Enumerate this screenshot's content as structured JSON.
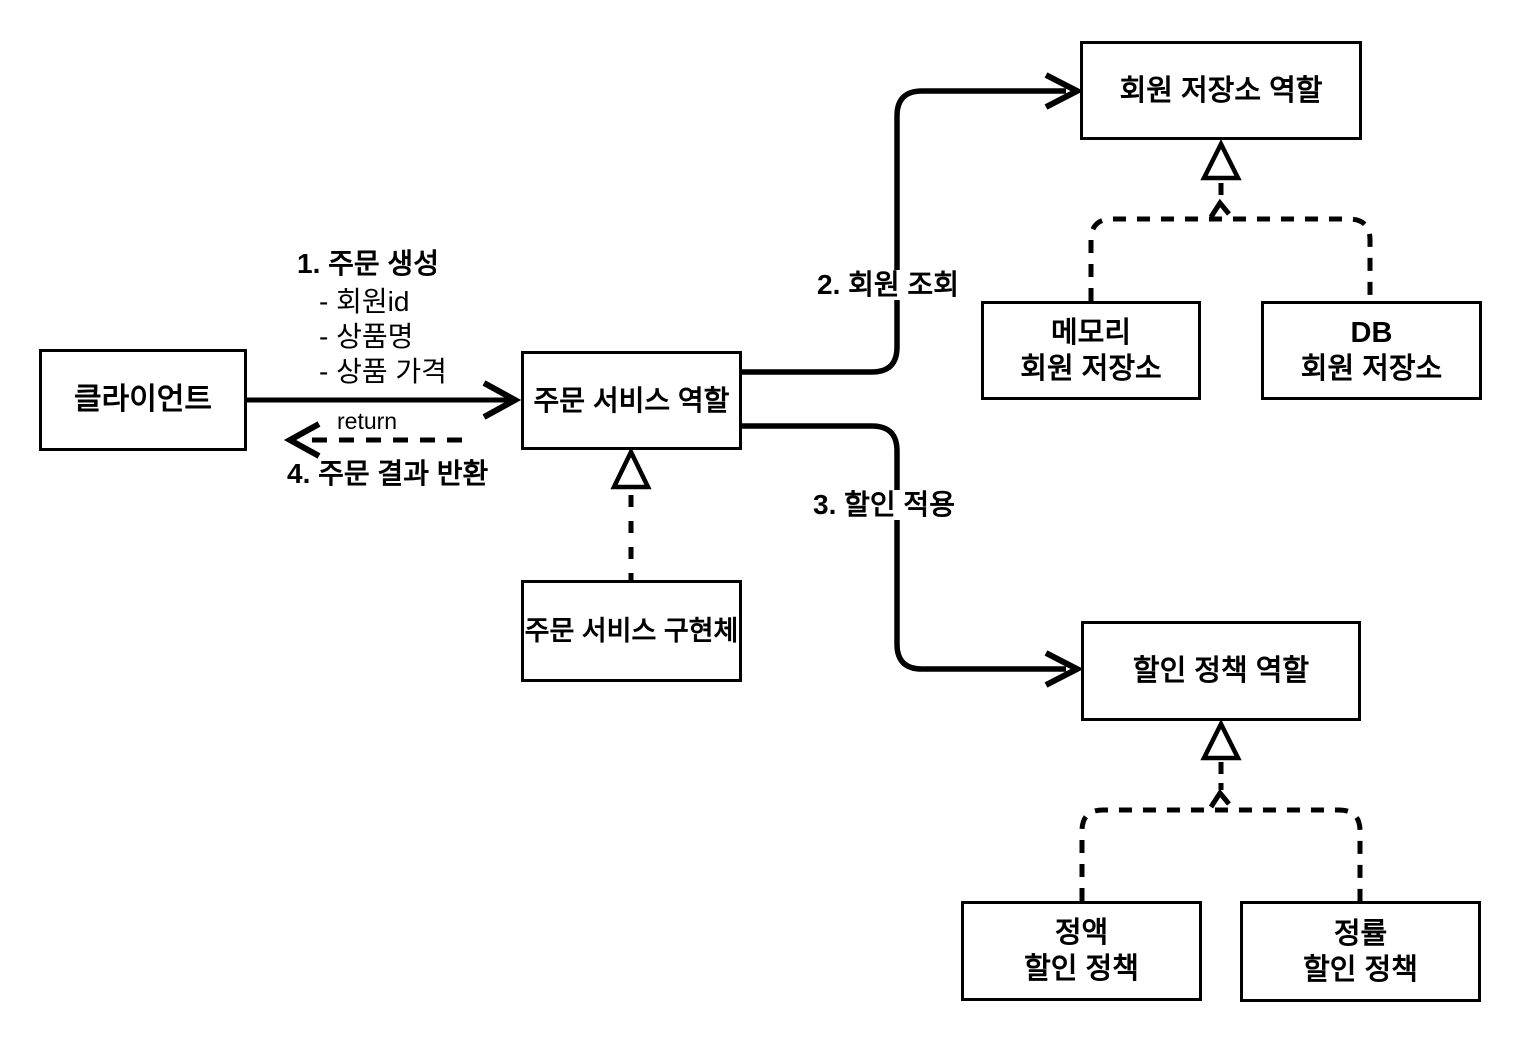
{
  "diagram": {
    "colors": {
      "line": "#000000",
      "background": "#ffffff",
      "box_border": "#000000",
      "text": "#000000"
    },
    "nodes": {
      "client": {
        "label": "클라이언트"
      },
      "order_service_role": {
        "label": "주문 서비스 역할"
      },
      "order_service_impl": {
        "label": "주문 서비스 구현체"
      },
      "member_repo_role": {
        "label": "회원 저장소 역할"
      },
      "memory_member_repo": {
        "line1": "메모리",
        "line2": "회원 저장소"
      },
      "db_member_repo": {
        "line1": "DB",
        "line2": "회원 저장소"
      },
      "discount_policy_role": {
        "label": "할인 정책 역할"
      },
      "fixed_discount_policy": {
        "line1": "정액",
        "line2": "할인 정책"
      },
      "rate_discount_policy": {
        "line1": "정률",
        "line2": "할인 정책"
      }
    },
    "labels": {
      "step1_title": "1. 주문 생성",
      "step1_items": [
        "- 회원id",
        "- 상품명",
        "- 상품 가격"
      ],
      "step2": "2. 회원 조회",
      "step3": "3. 할인 적용",
      "step4": "4. 주문 결과 반환",
      "return_label": "return"
    }
  }
}
